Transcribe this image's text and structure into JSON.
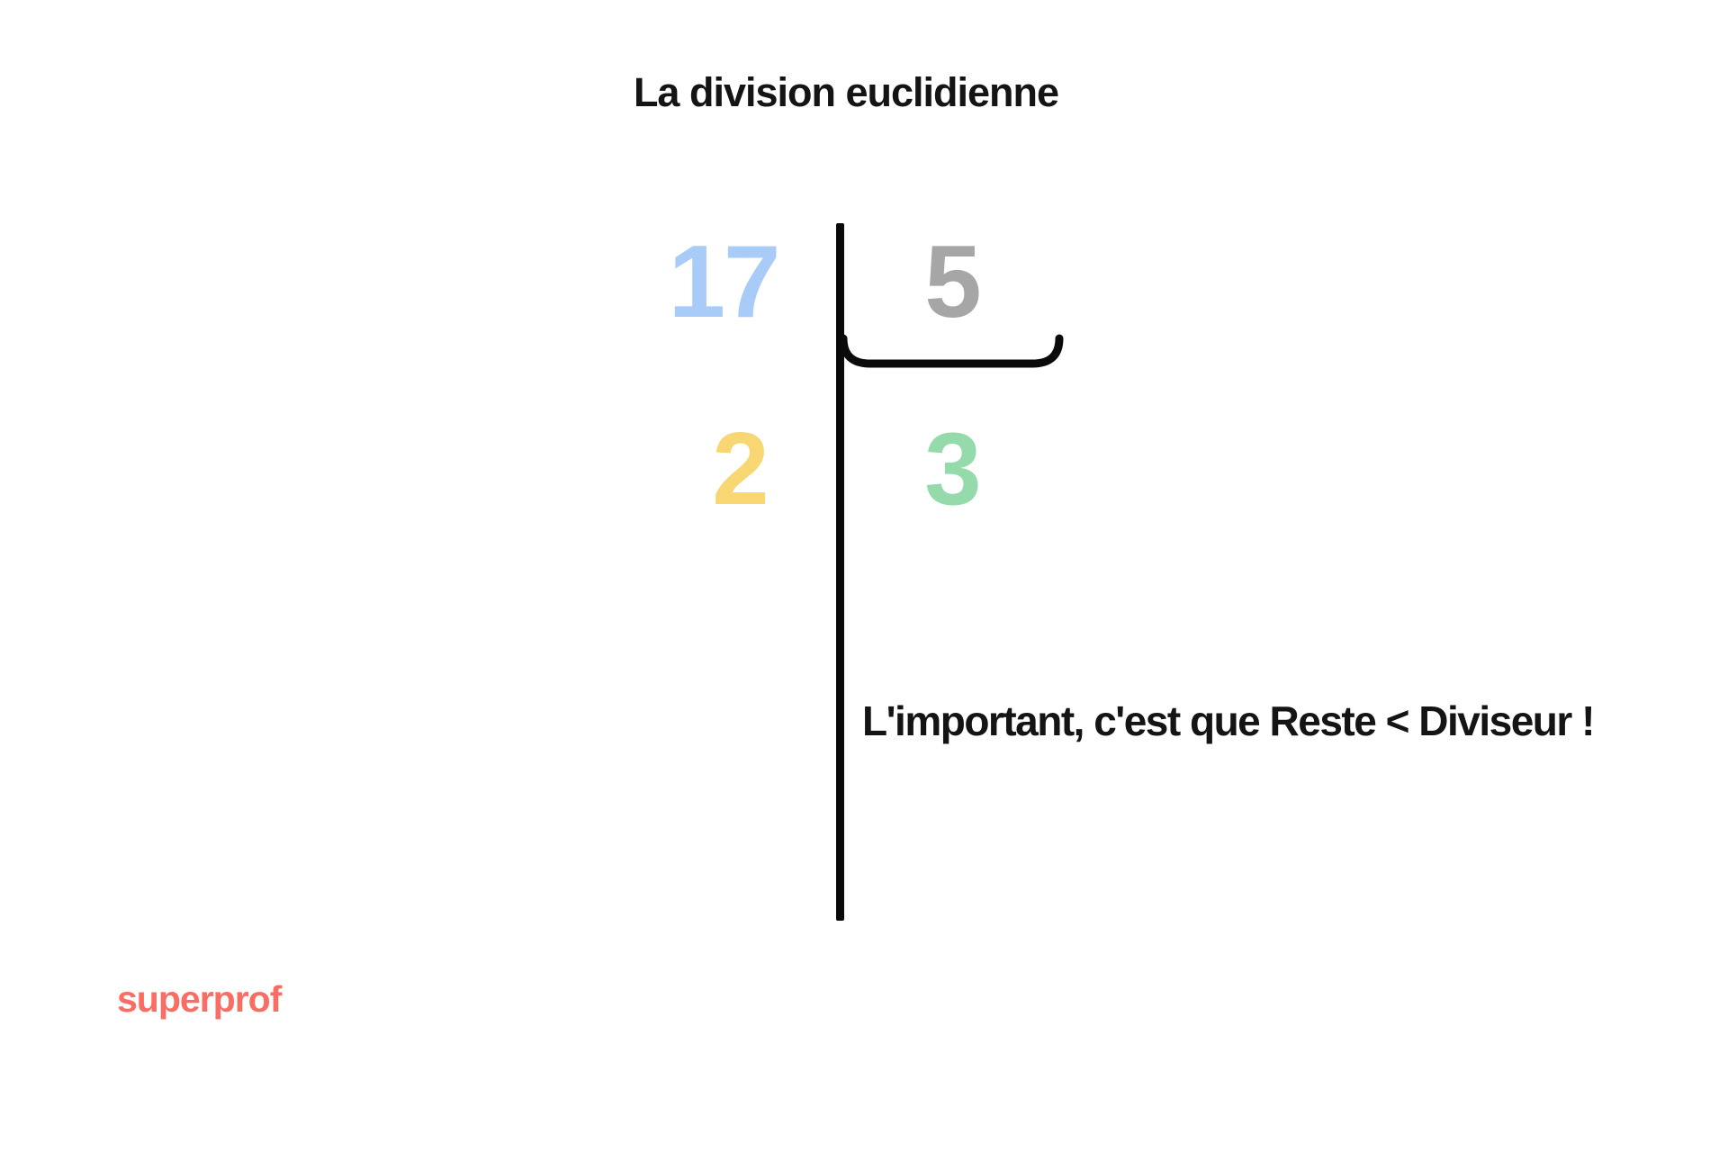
{
  "title": "La division euclidienne",
  "division": {
    "dividend": {
      "value": "17",
      "color": "#A8CBF7"
    },
    "divisor": {
      "value": "5",
      "color": "#A6A6A6"
    },
    "remainder": {
      "value": "2",
      "color": "#F8D773"
    },
    "quotient": {
      "value": "3",
      "color": "#95DAAA"
    }
  },
  "caption": "L'important, c'est que Reste < Diviseur !",
  "logo": {
    "text": "superprof",
    "color": "#FB6C63"
  },
  "colors": {
    "background": "#FFFFFF",
    "text": "#141414",
    "line": "#0A0A0A"
  }
}
